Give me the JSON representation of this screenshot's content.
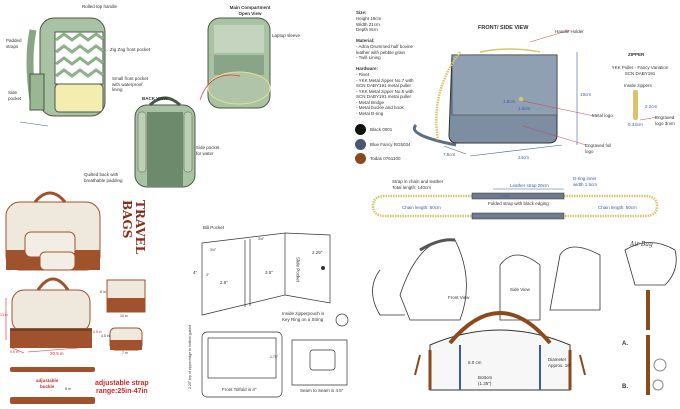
{
  "backpack": {
    "back_view_title": "BACK VIEW",
    "main_compartment_title": "Main Compartment Open View",
    "labels": [
      "Rolled top handle",
      "Zig Zag front pocket",
      "Small front pocket with waterproof lining",
      "Side pocket",
      "Padded straps",
      "Laptop sleeve",
      "Side pocket for water",
      "Quilted back with breathable padding"
    ]
  },
  "handbag": {
    "size_heading": "Size:",
    "size_lines": "Height 19cm\nWidth 21cm\nDepth 8cm",
    "material_heading": "Material:",
    "material_lines": "- Adria Drummed half bovine\nleather with pebble grain\n- Twill Lining",
    "hardware_heading": "Hardware:",
    "hardware_lines": "- Rivet\n- YKK Metal zipper No.7 with\nSCN DABY191 metal puller\n- YKK Metal zipper No.5 with\nSCN DABY191 metal puller\n- Metal Bridge\n- Metal buckle and hook\n- Metal D-ring",
    "swatches": [
      {
        "label": "Black 0001",
        "color": "#111111"
      },
      {
        "label": "Blue Fancy RG5034",
        "color": "#4a5670"
      },
      {
        "label": "Todas 0761100",
        "color": "#8a4a1c"
      }
    ],
    "view_title": "FRONT/ SIDE VIEW",
    "callouts": {
      "handle_holder": "Handle Holder",
      "metal_logo": "Metal logo",
      "engraved_foil_logo": "Engraved foil\nlogo",
      "height": "19cm",
      "width": "24cm",
      "depth": "7.5cm",
      "logo_w": "1.5cm",
      "logo_h": "1.5cm"
    },
    "zipper": {
      "title": "ZIPPER",
      "subtitle": "YKK Puller - Fancy Variation\nSCN DABY191",
      "inside": "Inside zippers",
      "len": "2.2cm",
      "width": "0.33cm",
      "engraved": "Engraved\nlogo 3mm"
    },
    "colors": {
      "bag": "#7d8ea2",
      "chain": "#d9c46a",
      "dim": "#3a5aa8",
      "callout": "#d04050"
    }
  },
  "strap": {
    "desc": "Strap in chain and leather\nTotal length: 140cm",
    "leather": "Leather strap 20cm",
    "dring": "D-ring inner\nwidth 1.5cm",
    "chain_left": "Chain length: 50cm",
    "chain_right": "Chain length: 50cm",
    "folded": "Folded strap with black edging",
    "strap_w": "1.5cm"
  },
  "travel": {
    "title_line1": "TRAVEL",
    "title_line2": "BAGS",
    "dims": {
      "width": "20.5 in",
      "height": "13 in",
      "depth": "9.5 in",
      "bottom": "4.5 in",
      "small_w": "10 in",
      "small_h": "8 in",
      "pouch_w": "7 in",
      "pouch_h": "4.5 in",
      "strap": "8 in"
    },
    "buckle_label": "adjustable\nbuckle",
    "strap_label": "adjustable strap\nrange:25in-47in",
    "colors": {
      "cream": "#efe8dc",
      "leather": "#a0522d",
      "accent": "#d02828"
    }
  },
  "wallet": {
    "bill_pocket": "Bill Pocket",
    "dims": {
      "height": "4\"",
      "left": "2.5\"",
      "center": "3.5\"",
      "right": "2.25\"",
      "slot1": "3/4\"",
      "slot2": "3/4\"",
      "inner": "3\"",
      "window": "1.75\""
    },
    "side_pocket": "Slide Pocket",
    "zipper_note": "Inside zipperpouch is\nKey Ring on a String",
    "front_fold": "Front Tolfold is 4\"",
    "seam": "Seam to Seam is 4.5\"",
    "vertical": "2.25\" top of zipper/edge to bottom gusset"
  },
  "sketches": {
    "front_view": "Front View",
    "side_view": "Side View",
    "airbag": "Air Bag",
    "duffel": {
      "height": "Diameter\nApprox. 16\"",
      "handle": "8.0 cm",
      "base": "Bottom\n(1.35\")"
    },
    "hardware_a": "A.",
    "hardware_b": "B."
  }
}
